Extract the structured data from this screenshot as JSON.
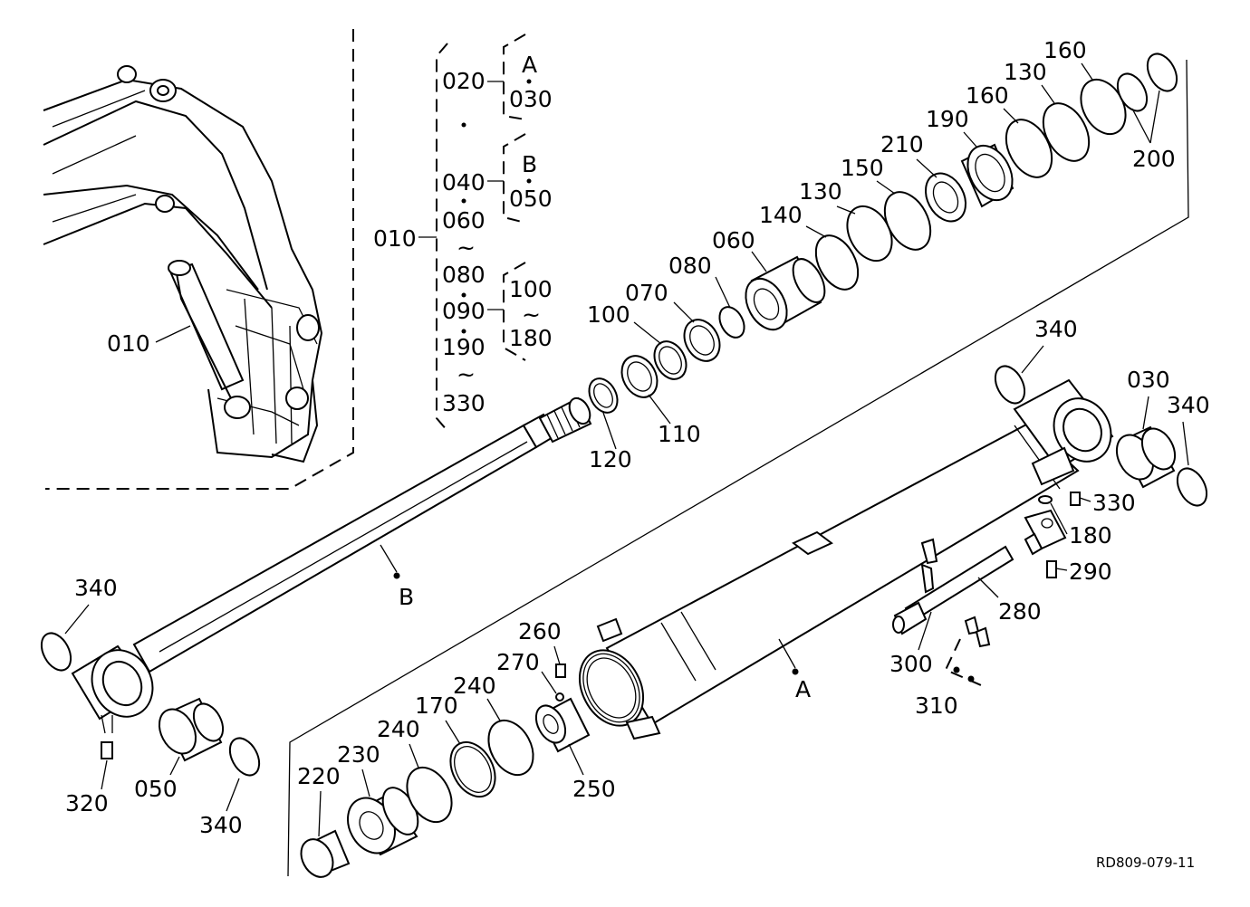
{
  "diagram": {
    "drawing_id": "RD809-079-11",
    "callouts": {
      "p010": "010",
      "p010_inset": "010",
      "p020": "020",
      "p030": "030",
      "p040": "040",
      "p050": "050",
      "p060": "060",
      "p080": "080",
      "p090": "090",
      "p100": "100",
      "p180": "180",
      "p190": "190",
      "p330": "330",
      "grp_a": "A",
      "grp_b": "B",
      "tilde1": "~",
      "tilde2": "~",
      "tilde3": "~",
      "c060": "060",
      "c070": "070",
      "c080": "080",
      "c100": "100",
      "c110": "110",
      "c120": "120",
      "c130a": "130",
      "c130b": "130",
      "c140": "140",
      "c150": "150",
      "c160a": "160",
      "c160b": "160",
      "c190": "190",
      "c200": "200",
      "c210": "210",
      "c340a": "340",
      "c340b": "340",
      "c340c": "340",
      "c340d": "340",
      "c030": "030",
      "c330": "330",
      "c180": "180",
      "c290": "290",
      "c280": "280",
      "c300": "300",
      "c310": "310",
      "c260": "260",
      "c270": "270",
      "c240a": "240",
      "c240b": "240",
      "c170": "170",
      "c230": "230",
      "c220": "220",
      "c250": "250",
      "c320": "320",
      "c050": "050",
      "rod_b": "B",
      "tube_a": "A"
    }
  }
}
